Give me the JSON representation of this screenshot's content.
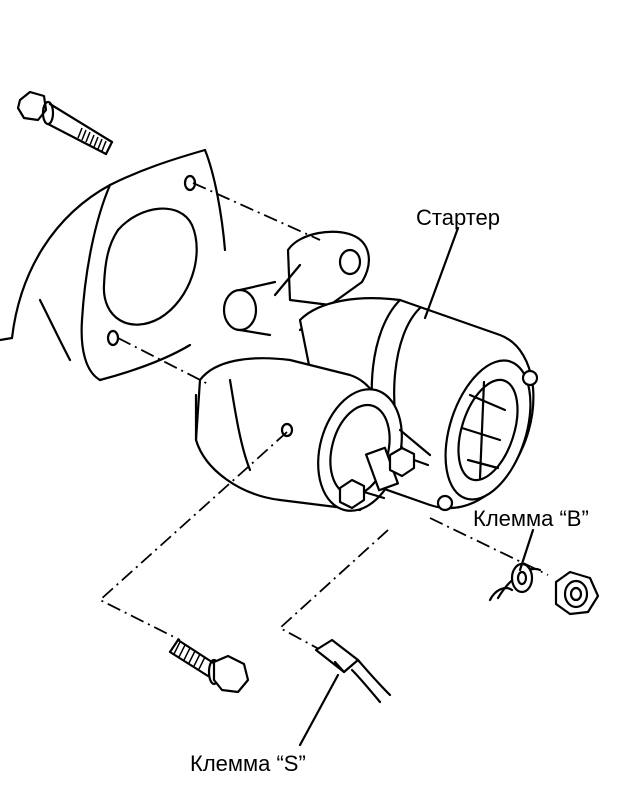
{
  "labels": {
    "starter": "Стартер",
    "terminal_b": "Клемма “B”",
    "terminal_s": "Клемма “S”"
  },
  "colors": {
    "line": "#000000",
    "background": "#ffffff"
  }
}
